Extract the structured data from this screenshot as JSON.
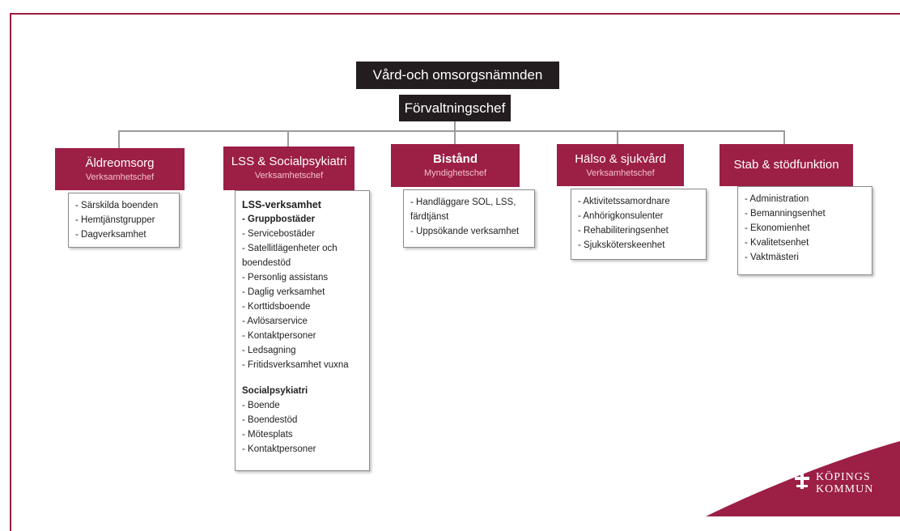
{
  "board": "Vård-och omsorgsnämnden",
  "chief": "Förvaltningschef",
  "departments": [
    {
      "title": "Äldreomsorg",
      "subtitle": "Verksamhetschef",
      "items": [
        "Särskilda boenden",
        "Hemtjänstgrupper",
        "Dagverksamhet"
      ]
    },
    {
      "title": "LSS & Socialpsykiatri",
      "subtitle": "Verksamhetschef",
      "items": []
    },
    {
      "title": "Bistånd",
      "subtitle": "Myndighetschef",
      "items": [
        "Handläggare SOL, LSS, färdtjänst",
        "Uppsökande verksamhet"
      ]
    },
    {
      "title": "Hälso & sjukvård",
      "subtitle": "Verksamhetschef",
      "items": [
        "Aktivitetssamordnare",
        "Anhörigkonsulenter",
        "Rehabiliteringsenhet",
        "Sjuksköterskeenhet"
      ]
    },
    {
      "title": "Stab & stödfunktion",
      "subtitle": "",
      "items": [
        "Administration",
        "Bemanningsenhet",
        "Ekonomienhet",
        "Kvalitetsenhet",
        "Vaktmästeri"
      ]
    }
  ],
  "lss": {
    "heading1": "LSS-verksamhet",
    "group1": [
      "Gruppbostäder",
      "Servicebostäder",
      "Satellitlägenheter och boendestöd",
      "Personlig assistans",
      "Daglig verksamhet",
      "Korttidsboende",
      "Avlösarservice",
      "Kontaktpersoner",
      "Ledsagning",
      "Fritidsverksamhet vuxna"
    ],
    "heading2": "Socialpsykiatri",
    "group2": [
      "Boende",
      "Boendestöd",
      "Mötesplats",
      "Kontaktpersoner"
    ]
  },
  "logo": {
    "line1": "KÖPINGS",
    "line2": "KOMMUN",
    "emblem": "koping-crest-icon"
  },
  "colors": {
    "accent": "#9c1f45",
    "dark": "#241d20",
    "frame": "#9a1d3c"
  }
}
